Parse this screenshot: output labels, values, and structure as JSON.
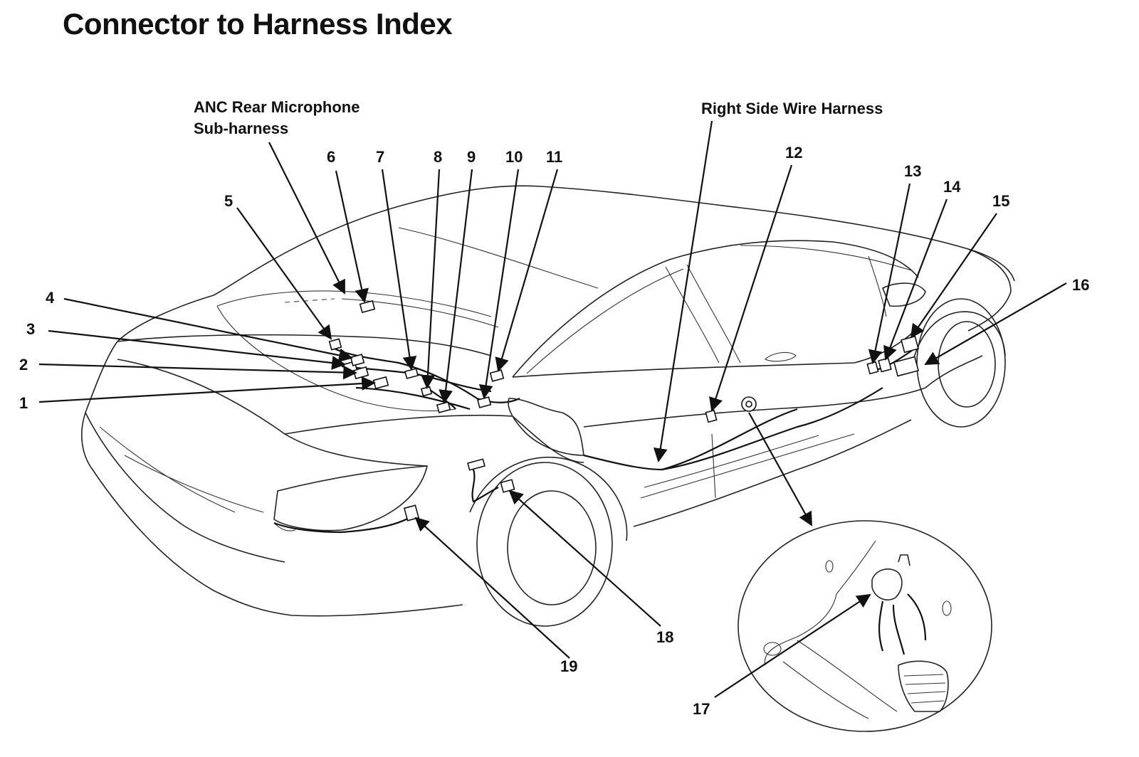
{
  "title": "Connector to Harness Index",
  "harness_labels": {
    "anc_rear_mic": [
      "ANC Rear Microphone",
      "Sub-harness"
    ],
    "right_side": "Right Side Wire Harness"
  },
  "callouts": [
    "1",
    "2",
    "3",
    "4",
    "5",
    "6",
    "7",
    "8",
    "9",
    "10",
    "11",
    "12",
    "13",
    "14",
    "15",
    "16",
    "17",
    "18",
    "19"
  ]
}
